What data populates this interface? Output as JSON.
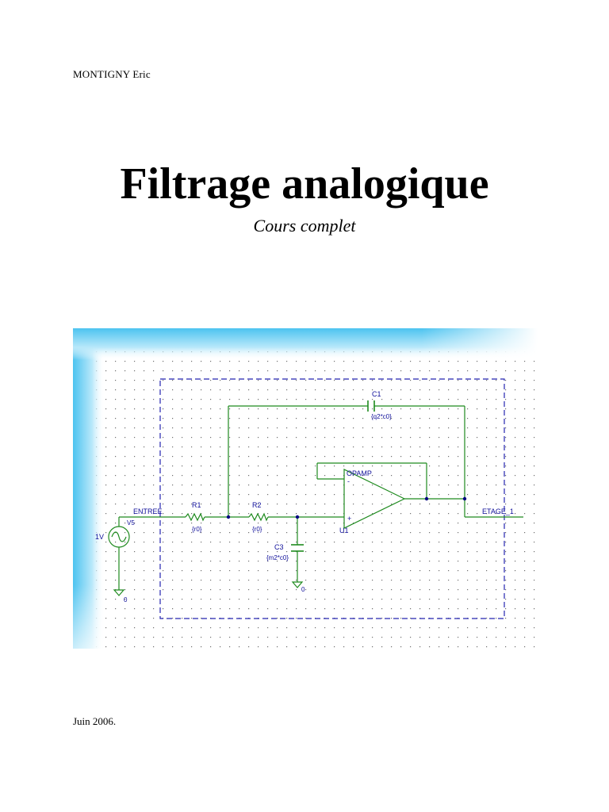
{
  "document": {
    "author": "MONTIGNY Eric",
    "title": "Filtrage analogique",
    "subtitle": "Cours complet",
    "date": "Juin 2006."
  },
  "schematic": {
    "colors": {
      "wire": "#1e8a1e",
      "label": "#0f0f9a",
      "border": "#2424b0",
      "junction": "#000080",
      "background_glow": "#5ecbf2"
    },
    "labels": {
      "input_net": "ENTREE",
      "output_net": "ETAGE_1",
      "source_value": "1V",
      "source_ref": "V5",
      "source_ground": "0",
      "r1_ref": "R1",
      "r1_value": "{r0}",
      "r2_ref": "R2",
      "r2_value": "{r0}",
      "c1_ref": "C1",
      "c1_value": "{q2*c0}",
      "c3_ref": "C3",
      "c3_value": "{m2*c0}",
      "c3_ground": "0",
      "opamp_ref": "U1",
      "opamp_type": "OPAMP",
      "opamp_minus": "-",
      "opamp_plus": "+"
    }
  }
}
